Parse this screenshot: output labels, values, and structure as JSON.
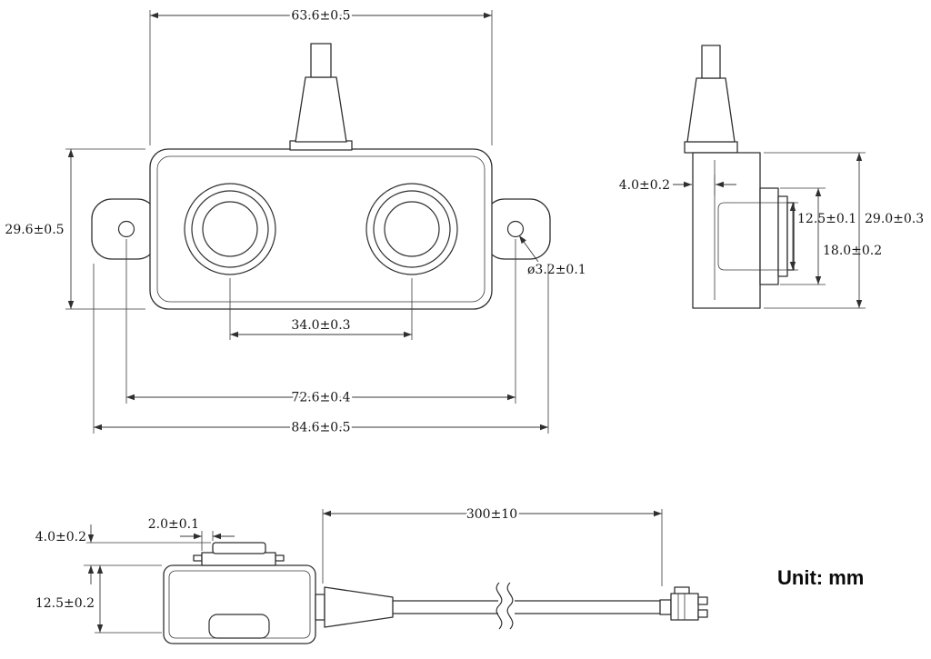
{
  "unit_label": "Unit: mm",
  "front_view": {
    "dims": {
      "top_width": "63.6±0.5",
      "body_height": "29.6±0.5",
      "hole_diameter": "ø3.2±0.1",
      "transducer_spacing": "34.0±0.3",
      "mount_hole_spacing": "72.6±0.4",
      "overall_width": "84.6±0.5"
    }
  },
  "side_view": {
    "dims": {
      "lip_depth": "4.0±0.2",
      "face_height": "12.5±0.1",
      "transducer_height": "18.0±0.2",
      "overall_height": "29.0±0.3"
    }
  },
  "bottom_view": {
    "dims": {
      "cap_overhang": "2.0±0.1",
      "button_height": "4.0±0.2",
      "body_thickness": "12.5±0.2",
      "cable_length": "300±10"
    }
  }
}
